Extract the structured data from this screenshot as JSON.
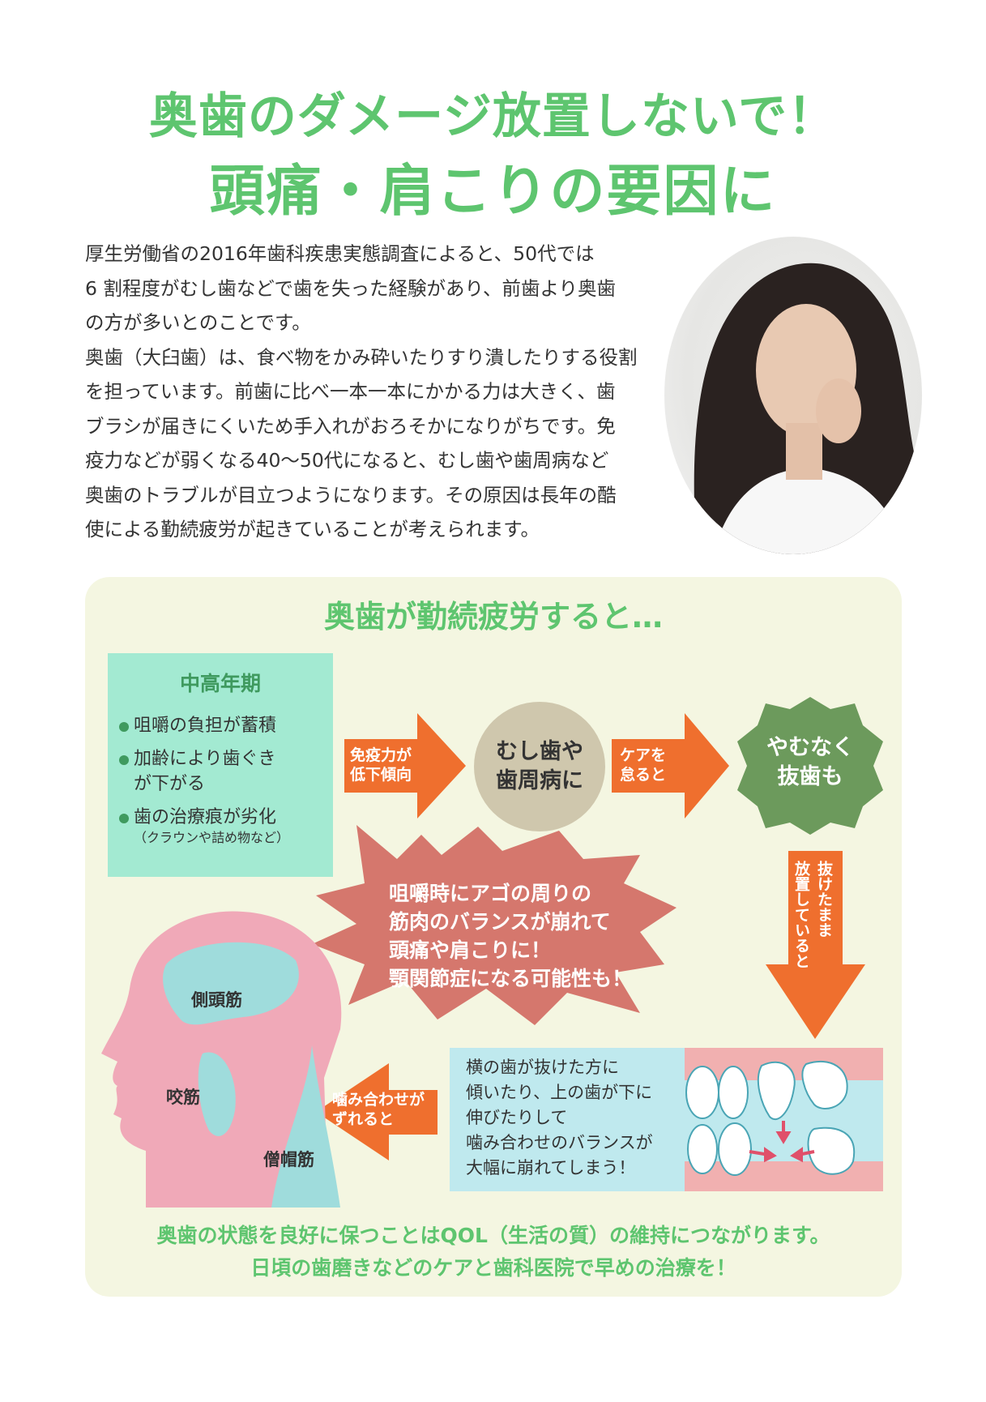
{
  "title": {
    "line1": "奥歯のダメージ放置しないで！",
    "line2": "頭痛・肩こりの要因に"
  },
  "intro": [
    "厚生労働省の2016年歯科疾患実態調査によると、50代では",
    "6 割程度がむし歯などで歯を失った経験があり、前歯より奥歯",
    "の方が多いとのことです。",
    "奥歯（大臼歯）は、食べ物をかみ砕いたりすり潰したりする役割",
    "を担っています。前歯に比べ一本一本にかかる力は大きく、歯",
    "ブラシが届きにくいため手入れがおろそかになりがちです。免",
    "疫力などが弱くなる40～50代になると、むし歯や歯周病など",
    "奥歯のトラブルが目立つようになります。その原因は長年の酷",
    "使による勤続疲労が起きていることが考えられます。"
  ],
  "panel": {
    "heading": "奥歯が勤続疲労すると…",
    "midlife": {
      "title": "中高年期",
      "items": [
        "咀嚼の負担が蓄積",
        "加齢により歯ぐきが下がる",
        "歯の治療痕が劣化"
      ],
      "note": "（クラウンや詰め物など）"
    },
    "arrow1": [
      "免疫力が",
      "低下傾向"
    ],
    "bubble": [
      "むし歯や",
      "歯周病に"
    ],
    "arrow2": [
      "ケアを",
      "怠ると"
    ],
    "extraction": [
      "やむなく",
      "抜歯も"
    ],
    "arrow_down": [
      "抜けたまま",
      "放置していると"
    ],
    "burst": [
      "咀嚼時にアゴの周りの",
      "筋肉のバランスが崩れて",
      "頭痛や肩こりに！",
      "顎関節症になる可能性も！"
    ],
    "muscles": {
      "temporal": "側頭筋",
      "masseter": "咬筋",
      "trapezius": "僧帽筋"
    },
    "arrow_left": [
      "噛み合わせが",
      "ずれると"
    ],
    "teeth_text": [
      "横の歯が抜けた方に",
      "傾いたり、上の歯が下に",
      "伸びたりして",
      "噛み合わせのバランスが",
      "大幅に崩れてしまう！"
    ]
  },
  "bottom": [
    "奥歯の状態を良好に保つことはQOL（生活の質）の維持につながります。",
    "日頃の歯磨きなどのケアと歯科医院で早めの治療を！"
  ],
  "colors": {
    "green": "#5ec56f",
    "orange": "#ef6f2e",
    "teal": "#a3ead2",
    "burst": "#d5776d",
    "pink": "#f0a9b8",
    "olive": "#6c9a5c"
  }
}
